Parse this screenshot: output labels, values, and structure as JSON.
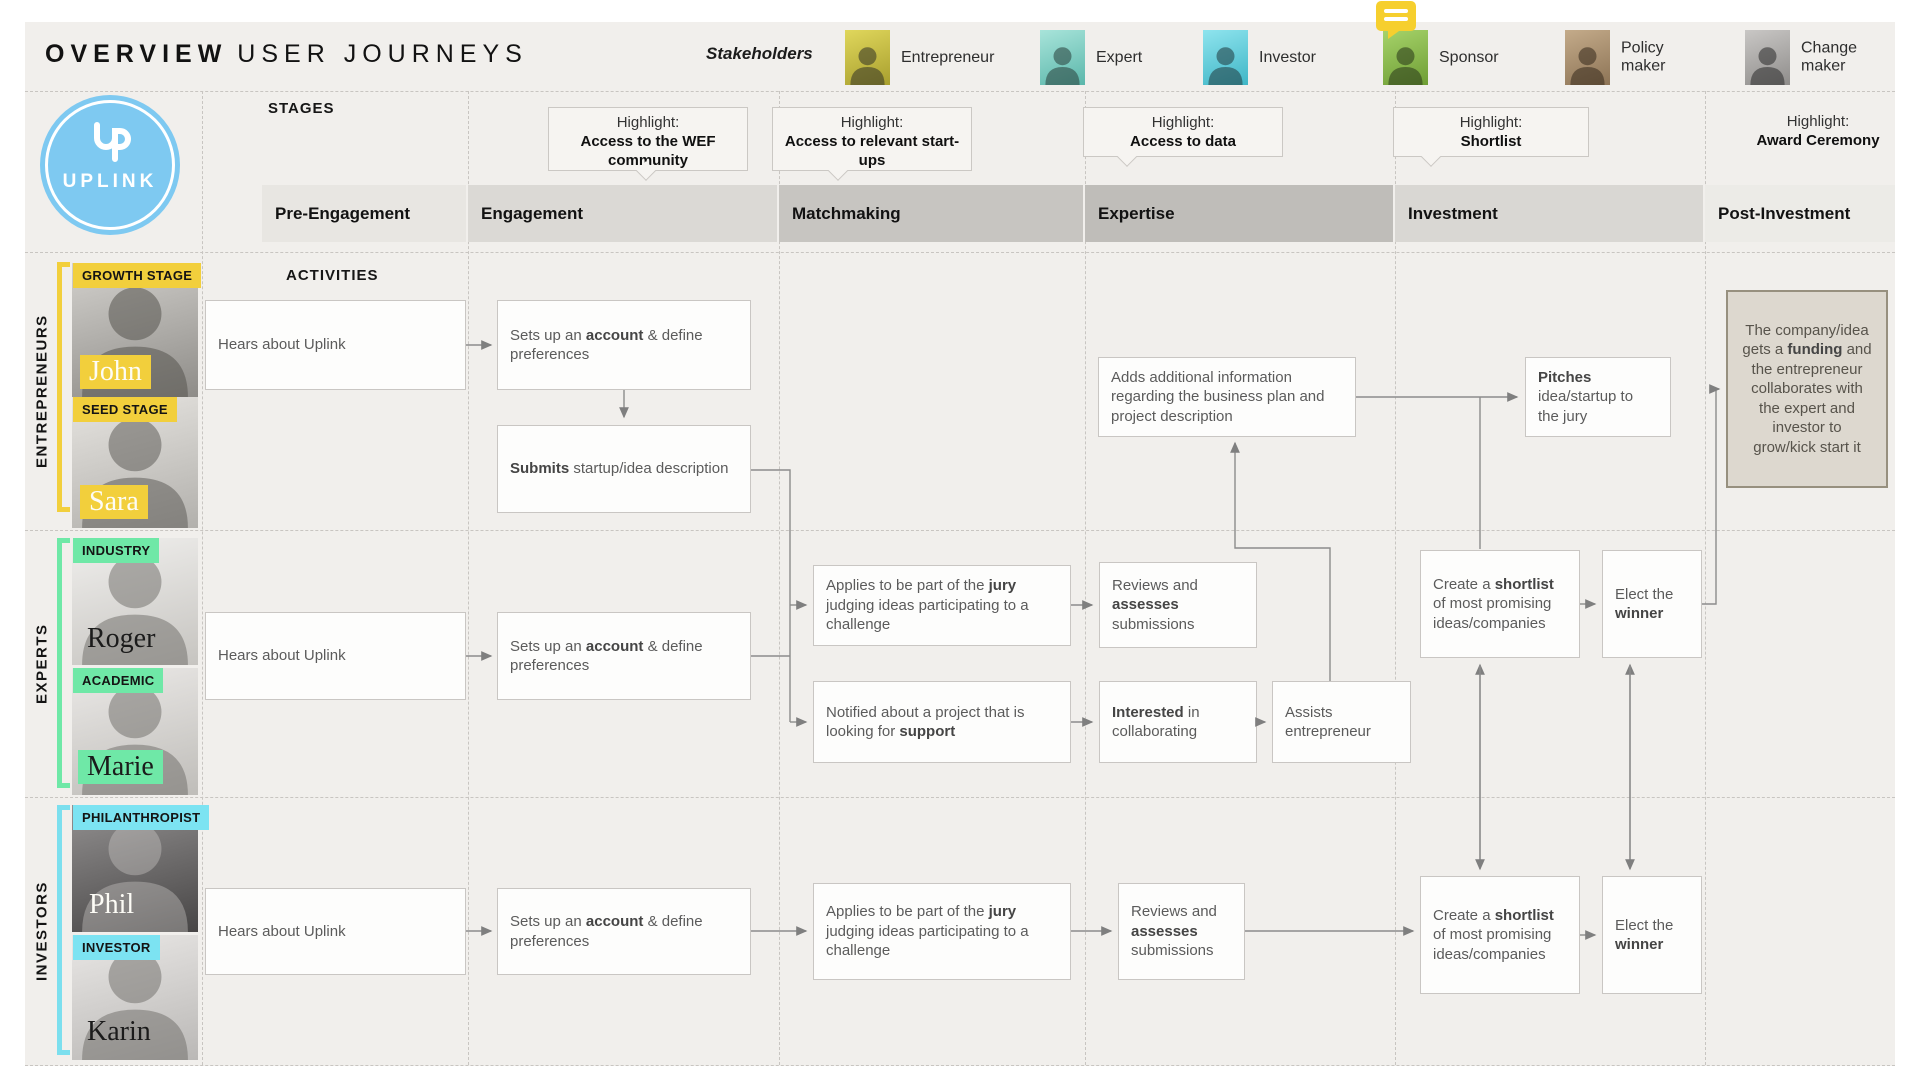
{
  "header": {
    "title_primary": "OVERVIEW",
    "title_secondary": "USER JOURNEYS",
    "stakeholders_label": "Stakeholders",
    "stakeholders": [
      {
        "name": "Entrepreneur",
        "tint": "#d9d048"
      },
      {
        "name": "Expert",
        "tint": "#93d9ce"
      },
      {
        "name": "Investor",
        "tint": "#79dde9"
      },
      {
        "name": "Sponsor",
        "tint": "#8cc14b"
      },
      {
        "name": "Policy maker",
        "tint": "#b49a78"
      },
      {
        "name": "Change maker",
        "tint": "#b5b3b1"
      }
    ]
  },
  "logo": {
    "wordmark": "UPLINK",
    "color": "#7ec9f1"
  },
  "section_labels": {
    "stages": "STAGES",
    "activities": "ACTIVITIES"
  },
  "icons": {
    "comment": "comment-bubble-icon"
  },
  "highlights": [
    {
      "prefix": "Highlight:",
      "title": "Access to the WEF community"
    },
    {
      "prefix": "Highlight:",
      "title": "Access to relevant start-ups"
    },
    {
      "prefix": "Highlight:",
      "title": "Access to data"
    },
    {
      "prefix": "Highlight:",
      "title": "Shortlist"
    },
    {
      "prefix": "Highlight:",
      "title": "Award Ceremony"
    }
  ],
  "stages": [
    {
      "label": "Pre-Engagement",
      "color": "#e8e6e2"
    },
    {
      "label": "Engagement",
      "color": "#dbd9d5"
    },
    {
      "label": "Matchmaking",
      "color": "#c7c5c1"
    },
    {
      "label": "Expertise",
      "color": "#bfbdb9"
    },
    {
      "label": "Investment",
      "color": "#d9d7d3"
    },
    {
      "label": "Post-Investment",
      "color": "#ecebe7"
    }
  ],
  "rows": [
    {
      "label": "ENTREPRENEURS",
      "accent": "#f2cf3c",
      "personas": [
        {
          "tag": "GROWTH STAGE",
          "name": "John"
        },
        {
          "tag": "SEED STAGE",
          "name": "Sara"
        }
      ]
    },
    {
      "label": "EXPERTS",
      "accent": "#6fe8a7",
      "personas": [
        {
          "tag": "INDUSTRY",
          "name": "Roger"
        },
        {
          "tag": "ACADEMIC",
          "name": "Marie"
        }
      ]
    },
    {
      "label": "INVESTORS",
      "accent": "#7cdfee",
      "personas": [
        {
          "tag": "PHILANTHROPIST",
          "name": "Phil"
        },
        {
          "tag": "INVESTOR",
          "name": "Karin"
        }
      ]
    }
  ],
  "boxes": {
    "ent_hears": {
      "pre": "Hears about Uplink",
      "bold": "",
      "post": ""
    },
    "ent_setup": {
      "pre": "Sets up an ",
      "bold": "account",
      "post": " & define preferences"
    },
    "ent_submits": {
      "pre": "",
      "bold": "Submits",
      "post": " startup/idea description"
    },
    "ent_adds": {
      "pre": "Adds additional information regarding the business plan and project description",
      "bold": "",
      "post": ""
    },
    "ent_pitches": {
      "pre": "",
      "bold": "Pitches",
      "post": " idea/startup to the jury"
    },
    "ent_outcome": {
      "pre": "The company/idea gets a ",
      "bold": "funding",
      "post": " and the entrepreneur collaborates with the expert and investor to grow/kick start it"
    },
    "exp_hears": {
      "pre": "Hears about Uplink",
      "bold": "",
      "post": ""
    },
    "exp_setup": {
      "pre": "Sets up an ",
      "bold": "account",
      "post": " & define preferences"
    },
    "exp_applies": {
      "pre": "Applies to be part of the ",
      "bold": "jury",
      "post": " judging ideas participating to a challenge"
    },
    "exp_reviews": {
      "pre": "Reviews and ",
      "bold": "assesses",
      "post": " submissions"
    },
    "exp_notified": {
      "pre": "Notified about a project that is looking for ",
      "bold": "support",
      "post": ""
    },
    "exp_interested": {
      "pre": "",
      "bold": "Interested",
      "post": " in collaborating"
    },
    "exp_assists": {
      "pre": "Assists entrepreneur",
      "bold": "",
      "post": ""
    },
    "exp_shortlist": {
      "pre": "Create a ",
      "bold": "shortlist",
      "post": " of most promising ideas/companies"
    },
    "exp_elect": {
      "pre": "Elect the ",
      "bold": "winner",
      "post": ""
    },
    "inv_hears": {
      "pre": "Hears about Uplink",
      "bold": "",
      "post": ""
    },
    "inv_setup": {
      "pre": "Sets up an ",
      "bold": "account",
      "post": " & define preferences"
    },
    "inv_applies": {
      "pre": "Applies to be part of the ",
      "bold": "jury",
      "post": " judging ideas participating to a challenge"
    },
    "inv_reviews": {
      "pre": "Reviews and ",
      "bold": "assesses",
      "post": " submissions"
    },
    "inv_shortlist": {
      "pre": "Create a ",
      "bold": "shortlist",
      "post": " of most promising ideas/companies"
    },
    "inv_elect": {
      "pre": "Elect the ",
      "bold": "winner",
      "post": ""
    }
  },
  "palette": {
    "canvas": "#f1efec",
    "box_border": "#c9c6c3",
    "box_text": "#5b5b5b",
    "outcome_bg": "#ddd8cf",
    "outcome_border": "#97907f",
    "yellow": "#f2cf3c",
    "mint": "#6fe8a7",
    "cyan": "#7ce3f2",
    "logo_blue": "#7ec9f1",
    "arrow": "#8c8c8c"
  }
}
